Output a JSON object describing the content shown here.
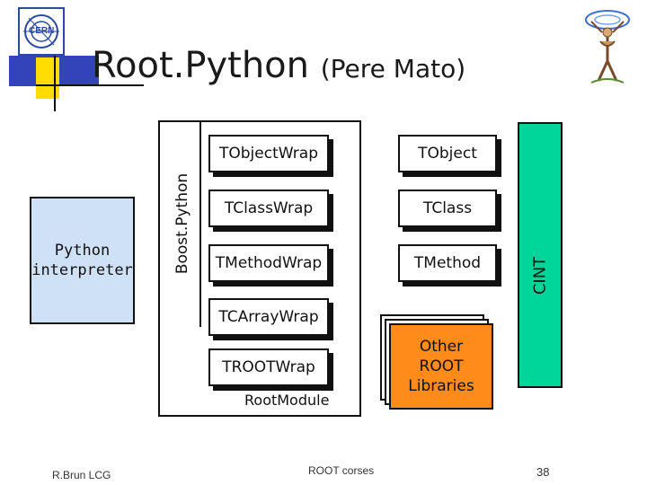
{
  "slide": {
    "title": "Root.Python",
    "title_author": "(Pere Mato)",
    "footer_left": "R.Brun LCG",
    "footer_center": "ROOT corses",
    "page_number": "38"
  },
  "logos": {
    "left_logo_text": "CERN",
    "left_logo_icon": "cern-logo",
    "right_logo_icon": "atlas-figure-logo"
  },
  "diagram": {
    "python_interpreter": "Python interpreter",
    "boost_python": "Boost.Python",
    "wrappers": [
      "TObjectWrap",
      "TClassWrap",
      "TMethodWrap",
      "TCArrayWrap",
      "TROOTWrap"
    ],
    "root_module": "RootModule",
    "root_classes": [
      "TObject",
      "TClass",
      "TMethod"
    ],
    "other_libraries": "Other ROOT Libraries",
    "cint": "CINT",
    "colors": {
      "python_interpreter_fill": "#cfe1f7",
      "cint_fill": "#00d69a",
      "other_libraries_fill": "#ff8c1a",
      "outline": "#111111"
    }
  }
}
